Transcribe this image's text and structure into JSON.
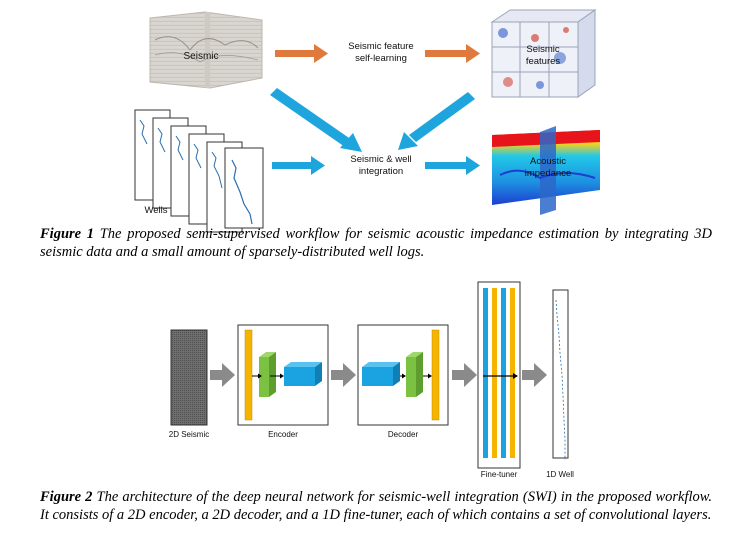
{
  "figure1": {
    "labels": {
      "seismic": "Seismic",
      "feature_learning": "Seismic feature\nself-learning",
      "seismic_features": "Seismic\nfeatures",
      "integration": "Seismic & well\nintegration",
      "wells": "Wells",
      "acoustic_impedance": "Acoustic\nimpedance"
    },
    "caption_prefix": "Figure 1",
    "caption_text": " The proposed semi-supervised workflow for seismic acoustic impedance estimation by integrating 3D seismic data and a small amount of sparsely-distributed well logs."
  },
  "figure2": {
    "labels": {
      "seismic_2d": "2D Seismic",
      "encoder": "Encoder",
      "decoder": "Decoder",
      "fine_tuner": "Fine-tuner",
      "well_1d": "1D Well"
    },
    "caption_prefix": "Figure 2",
    "caption_text": " The architecture of the deep neural network for seismic-well integration (SWI) in the proposed workflow. It consists of a 2D encoder, a 2D decoder, and a 1D fine-tuner, each of which contains a set of convolutional layers."
  },
  "colors": {
    "orange_arrow": "#e07a3c",
    "blue_arrow": "#1ea5de",
    "yellow_layer": "#f5b400",
    "green_layer": "#7cc242",
    "blue_layer": "#1aa3e0",
    "grey_arrow": "#8a8a8a"
  }
}
